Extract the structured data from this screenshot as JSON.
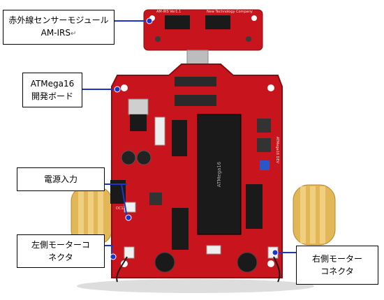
{
  "colors": {
    "board": "#c8141c",
    "board_dark": "#8a0b10",
    "silk": "#f4e6d6",
    "chip": "#1a1a1a",
    "tire": "#e8c060",
    "callout_line": "#1c35c8",
    "background": "#ffffff"
  },
  "callouts": {
    "sensor_module": {
      "line1": "赤外線センサーモジュール",
      "line2": "AM-IRS",
      "return_mark": "↵"
    },
    "dev_board": {
      "line1": "ATMega16",
      "line2": "開発ボード"
    },
    "power_input": {
      "line1": "電源入力"
    },
    "left_motor": {
      "line1": "左側モーターコ",
      "line2": "ネクタ"
    },
    "right_motor": {
      "line1": "右側モーター",
      "line2": "コネクタ"
    }
  },
  "board_text": {
    "sensor_label": "AM-IRS Ver1.1",
    "sensor_company": "New Technology Company",
    "chip_label": "ATMega16",
    "side_label": "ATMega16 DEV",
    "power_label": "DC12"
  }
}
